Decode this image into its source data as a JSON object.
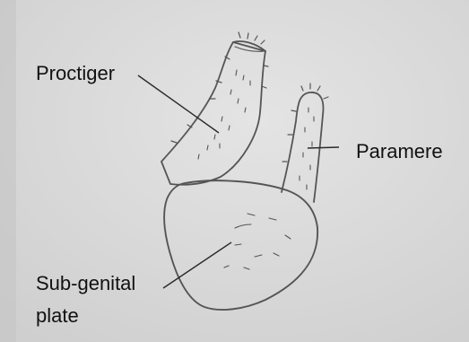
{
  "labels": {
    "proctiger": "Proctiger",
    "paramere": "Paramere",
    "subgenital_line1": "Sub-genital",
    "subgenital_line2": "plate"
  },
  "colors": {
    "paper": "#d8d8d8",
    "pencil": "#555555",
    "text": "#111111"
  }
}
